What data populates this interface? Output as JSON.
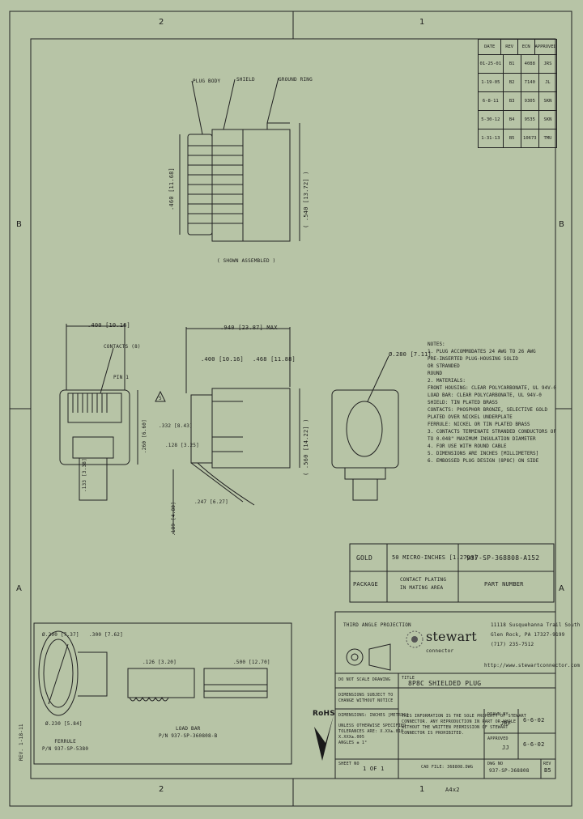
{
  "zones": {
    "top_left": "2",
    "top_right": "1",
    "mid_left": "B",
    "mid_right": "B",
    "low_left": "A",
    "low_right": "A",
    "bottom_left": "2",
    "bottom_right": "1"
  },
  "revisions": {
    "header": [
      "DATE",
      "REV",
      "ECN",
      "APPROVED"
    ],
    "rows": [
      [
        "01-25-01",
        "B1",
        "4088",
        "JRS"
      ],
      [
        "1-19-05",
        "B2",
        "7140",
        "JL"
      ],
      [
        "6-8-11",
        "B3",
        "9305",
        "SKN"
      ],
      [
        "5-30-12",
        "B4",
        "9535",
        "SKN"
      ],
      [
        "1-31-13",
        "B5",
        "10673",
        "TMU"
      ]
    ]
  },
  "top_view": {
    "label_plug_body": "PLUG BODY",
    "label_shield": "SHIELD",
    "label_ground": "GROUND RING",
    "dim_left": ".460 [11.68]",
    "dim_right": "( .540 [13.72] )",
    "caption": "( SHOWN ASSEMBLED )"
  },
  "front_view": {
    "dim_top": ".400 [10.16]",
    "label_contacts": "CONTACTS (8)",
    "label_pin1": "PIN 1",
    "dim_height": ".260 [6.60]",
    "dim_tab": ".133 [3.38]"
  },
  "side_view": {
    "dim_length": ".940 [23.87] MAX",
    "dim_a": ".400 [10.16]",
    "dim_b": ".468 [11.88]",
    "dim_height": "( .560 [14.22] )",
    "dim_c": ".332 [8.43]",
    "dim_d": ".128 [3.25]",
    "dim_e": ".189 [4.80]",
    "dim_f": ".247 [6.27]",
    "note_marker": "5"
  },
  "rear_view": {
    "dim": "Ø.280 [7.11]"
  },
  "notes": [
    "NOTES:",
    "1. PLUG ACCOMMODATES 24 AWG TO 26 AWG",
    "   PRE-INSERTED PLUG-HOUSING SOLID",
    "   OR STRANDED",
    "   ROUND",
    "2. MATERIALS:",
    "   FRONT HOUSING: CLEAR POLYCARBONATE, UL 94V-0",
    "   LOAD BAR: CLEAR POLYCARBONATE, UL 94V-0",
    "   SHIELD: TIN PLATED BRASS",
    "   CONTACTS: PHOSPHOR BRONZE, SELECTIVE GOLD",
    "   PLATED OVER NICKEL UNDERPLATE",
    "   FERRULE: NICKEL OR TIN PLATED BRASS",
    "3. CONTACTS TERMINATE STRANDED CONDUCTORS OF",
    "   TO 0.048\" MAXIMUM INSULATION DIAMETER",
    "4. FOR USE WITH ROUND CABLE",
    "5. DIMENSIONS ARE INCHES [MILLIMETERS]",
    "6. EMBOSSED PLUG DESIGN (8P8C) ON SIDE"
  ],
  "ordering": {
    "row1": [
      "GOLD",
      "50 MICRO-INCHES [1.27µm]",
      "937-SP-368808-A152"
    ],
    "row2": [
      "PACKAGE",
      "CONTACT PLATING\nIN MATING AREA",
      "PART NUMBER"
    ]
  },
  "bottom_views": {
    "dim_a": "Ø.290 [7.37]",
    "dim_b": ".300 [7.62]",
    "dim_c": "Ø.230 [5.84]",
    "caption_ferrule": "FERRULE\nP/N 937-SP-5380",
    "dim_load": ".500 [12.70]",
    "dim_load2": ".126 [3.20]",
    "caption_loadbar": "LOAD BAR\nP/N 937-SP-360808-B"
  },
  "company": {
    "projection": "THIRD ANGLE PROJECTION",
    "logo": "stewart",
    "logo_sub": "connector",
    "address_1": "11118 Susquehanna Trail South",
    "address_2": "Glen Rock, PA 17327-9199",
    "phone": "(717) 235-7512",
    "url": "http://www.stewartconnector.com"
  },
  "title_block": {
    "title_label": "TITLE",
    "title": "8P8C SHIELDED PLUG",
    "do_not_scale": "DO NOT SCALE DRAWING",
    "dims_subject": "DIMENSIONS SUBJECT TO\nCHANGE WITHOUT NOTICE",
    "units": "DIMENSIONS: INCHES [METRIC]",
    "tolerances": "UNLESS OTHERWISE SPECIFIED\nTOLERANCES ARE: X.XX±.010\nX.XXX±.005\nANGLES ± 1°",
    "proprietary": "THIS INFORMATION IS THE SOLE PROPERTY OF STEWART\nCONNECTOR. ANY REPRODUCTION IN PART OR WHOLE\nWITHOUT THE WRITTEN PERMISSION OF STEWART\nCONNECTOR IS PROHIBITED.",
    "drawn_label": "DRAWN BY",
    "drawn_by": "JRF",
    "drawn_date": "6-6-02",
    "approved_label": "APPROVED",
    "approved_by": "JJ",
    "approved_date": "6-6-02",
    "sheet_label": "SHEET NO",
    "sheet": "1 OF 1",
    "dwg_label": "DWG NO",
    "dwg": "937-SP-368808",
    "rev_label": "REV",
    "rev": "B5",
    "cad_file": "CAD FILE: 368808.DWG",
    "format": "A4x2",
    "rohs": "RoHS",
    "form_no": "REV. 1-18-11"
  }
}
